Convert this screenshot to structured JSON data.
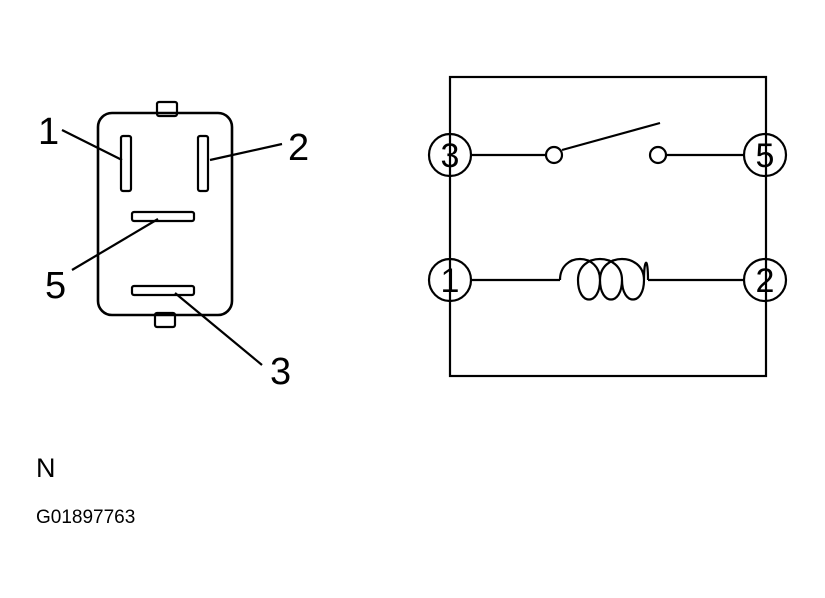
{
  "connector": {
    "pin_labels": [
      "1",
      "2",
      "5",
      "3"
    ]
  },
  "schematic": {
    "terminals": [
      "3",
      "5",
      "1",
      "2"
    ]
  },
  "footer": {
    "view_code": "N",
    "figure_id": "G01897763"
  }
}
